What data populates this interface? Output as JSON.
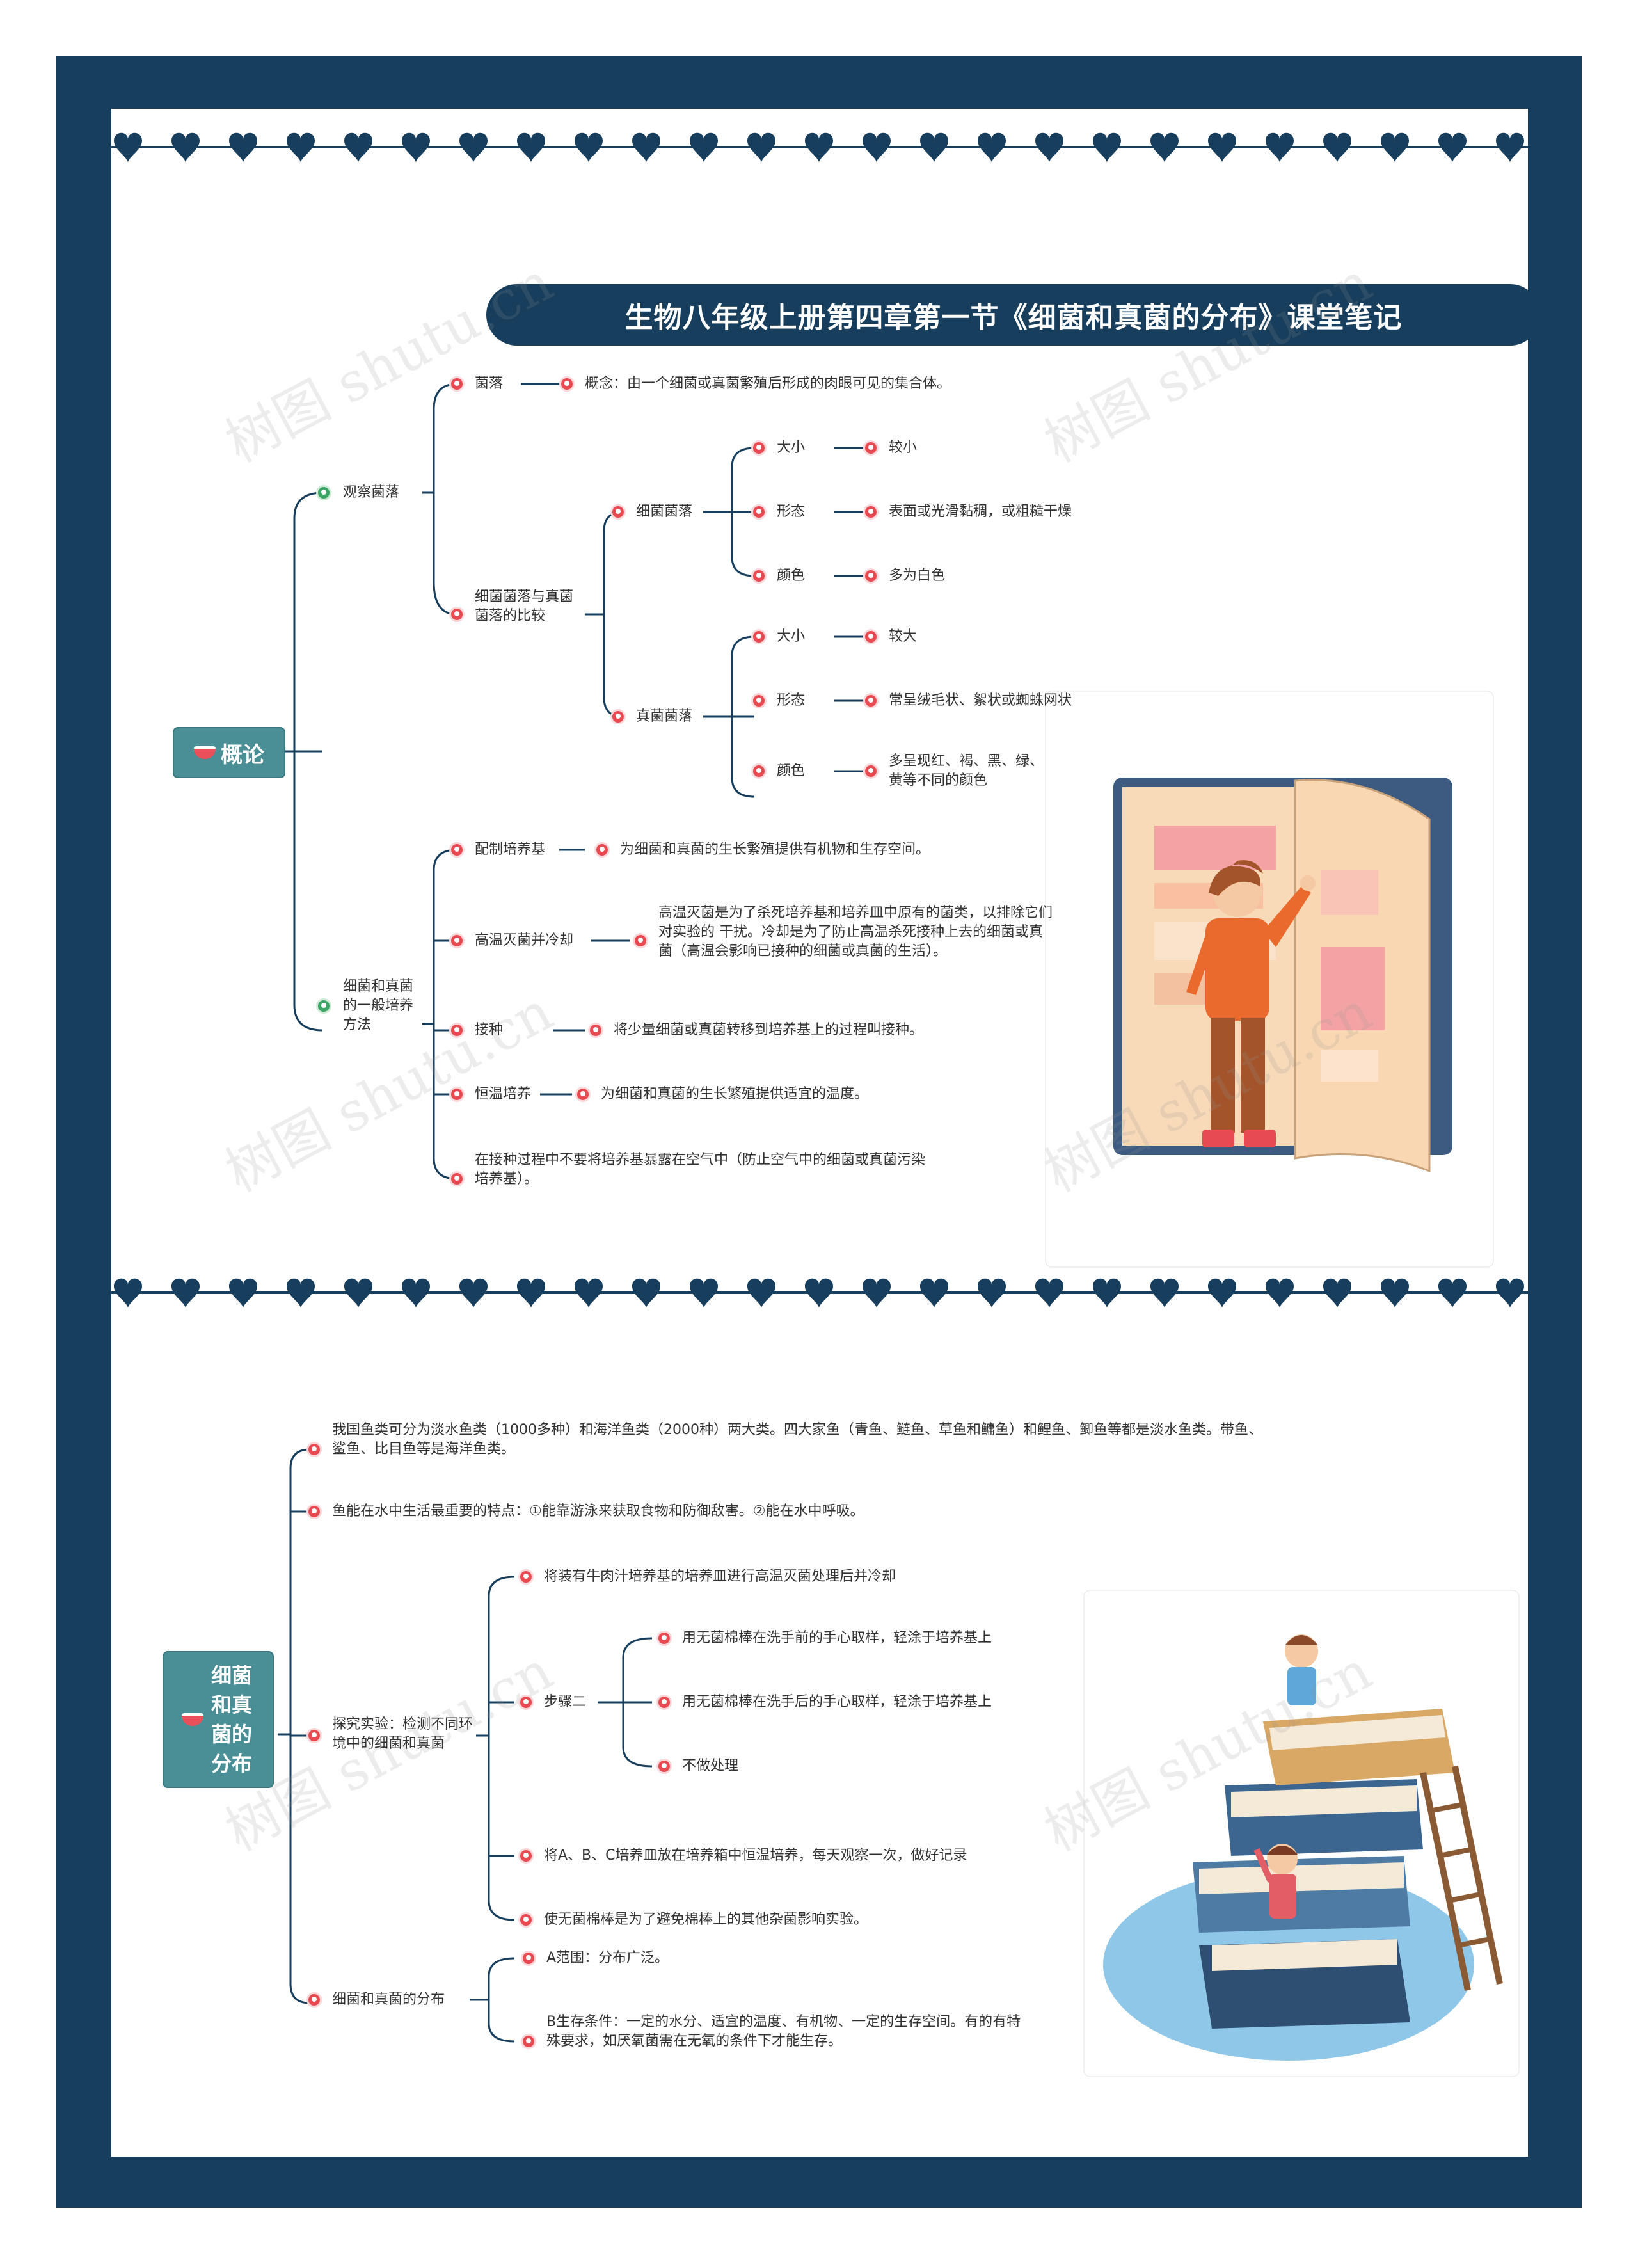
{
  "title": "生物八年级上册第四章第一节《细菌和真菌的分布》课堂笔记",
  "watermark": "树图 shutu.cn",
  "colors": {
    "frame": "#173e5c",
    "accent_teal": "#4a8f96",
    "icon_red": "#e84a52",
    "icon_green": "#3aa564"
  },
  "section1": {
    "root": "概论",
    "observe": "观察菌落",
    "colony": "菌落",
    "colony_concept": "概念：由一个细菌或真菌繁殖后形成的肉眼可见的集合体。",
    "compare": "细菌菌落与真菌菌落的比较",
    "bacteria_colony": "细菌菌落",
    "fungi_colony": "真菌菌落",
    "size": "大小",
    "shape": "形态",
    "color": "颜色",
    "b_size": "较小",
    "b_shape": "表面或光滑黏稠，或粗糙干燥",
    "b_color": "多为白色",
    "f_size": "较大",
    "f_shape": "常呈绒毛状、絮状或蜘蛛网状",
    "f_color": "多呈现红、褐、黑、绿、黄等不同的颜色",
    "culture": "细菌和真菌的一般培养方法",
    "step1": "配制培养基",
    "step1_desc": "为细菌和真菌的生长繁殖提供有机物和生存空间。",
    "step2": "高温灭菌并冷却",
    "step2_desc": "高温灭菌是为了杀死培养基和培养皿中原有的菌类，以排除它们对实验的 干扰。冷却是为了防止高温杀死接种上去的细菌或真菌（高温会影响已接种的细菌或真菌的生活）。",
    "step3": "接种",
    "step3_desc": "将少量细菌或真菌转移到培养基上的过程叫接种。",
    "step4": "恒温培养",
    "step4_desc": "为细菌和真菌的生长繁殖提供适宜的温度。",
    "step5": "在接种过程中不要将培养基暴露在空气中（防止空气中的细菌或真菌污染培养基）。"
  },
  "section2": {
    "root": "细菌和真菌的分布",
    "fish1": "我国鱼类可分为淡水鱼类（1000多种）和海洋鱼类（2000种）两大类。四大家鱼（青鱼、鲢鱼、草鱼和鳙鱼）和鲤鱼、鲫鱼等都是淡水鱼类。带鱼、鲨鱼、比目鱼等是海洋鱼类。",
    "fish2": "鱼能在水中生活最重要的特点：①能靠游泳来获取食物和防御敌害。②能在水中呼吸。",
    "experiment": "探究实验：检测不同环境中的细菌和真菌",
    "exp1": "将装有牛肉汁培养基的培养皿进行高温灭菌处理后并冷却",
    "exp_step2": "步骤二",
    "exp_step2_a": "用无菌棉棒在洗手前的手心取样，轻涂于培养基上",
    "exp_step2_b": "用无菌棉棒在洗手后的手心取样，轻涂于培养基上",
    "exp_step2_c": "不做处理",
    "exp3": "将A、B、C培养皿放在培养箱中恒温培养，每天观察一次，做好记录",
    "exp4": "使无菌棉棒是为了避免棉棒上的其他杂菌影响实验。",
    "distribution": "细菌和真菌的分布",
    "dist_a": "A范围：分布广泛。",
    "dist_b": "B生存条件：一定的水分、适宜的温度、有机物、一定的生存空间。有的有特殊要求，如厌氧菌需在无氧的条件下才能生存。"
  }
}
